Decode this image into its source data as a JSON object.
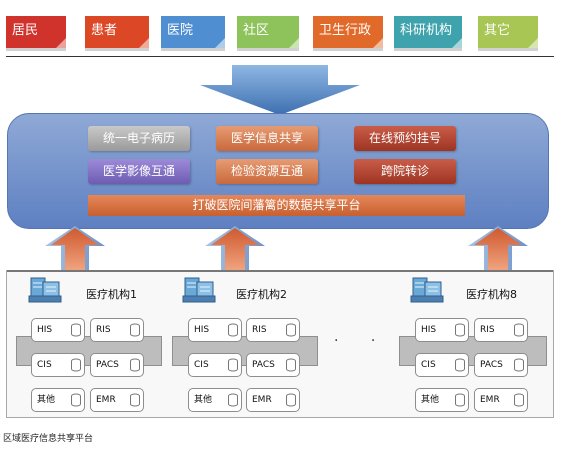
{
  "users": [
    {
      "label": "居民",
      "color": "#d0322c"
    },
    {
      "label": "患者",
      "color": "#dc4726"
    },
    {
      "label": "医院",
      "color": "#4f8ed0"
    },
    {
      "label": "社区",
      "color": "#8dc35a"
    },
    {
      "label": "卫生行政",
      "color": "#e16a2a"
    },
    {
      "label": "科研机构",
      "color": "#3fa3ad"
    },
    {
      "label": "其它",
      "color": "#a8c654"
    }
  ],
  "platform": {
    "services": {
      "emr": "统一电子病历",
      "med_info": "医学信息共享",
      "booking": "在线预约挂号",
      "imaging": "医学影像互通",
      "lab": "检验资源互通",
      "referral": "跨院转诊"
    },
    "bar": "打破医院间藩篱的数据共享平台"
  },
  "institutions": [
    {
      "name": "医疗机构1",
      "systems": [
        "HIS",
        "RIS",
        "CIS",
        "PACS",
        "其他",
        "EMR"
      ]
    },
    {
      "name": "医疗机构2",
      "systems": [
        "HIS",
        "RIS",
        "CIS",
        "PACS",
        "其他",
        "EMR"
      ]
    },
    {
      "name": "医疗机构8",
      "systems": [
        "HIS",
        "RIS",
        "CIS",
        "PACS",
        "其他",
        "EMR"
      ]
    }
  ],
  "ellipsis": "· · ·",
  "caption": "区域医疗信息共享平台"
}
